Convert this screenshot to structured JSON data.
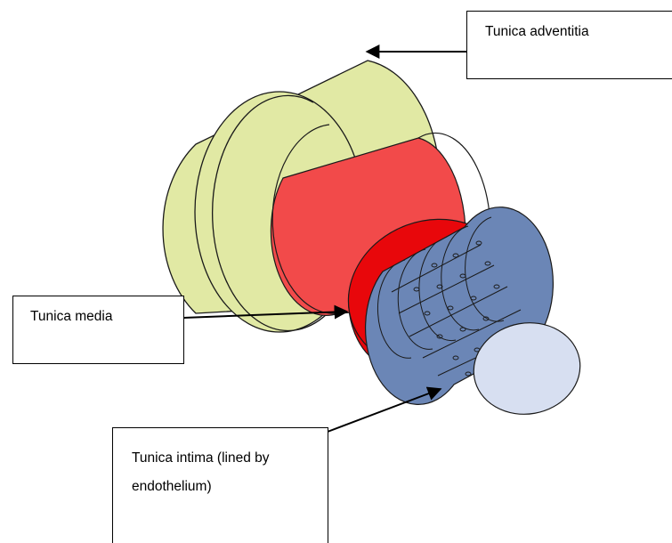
{
  "labels": {
    "adventitia": "Tunica adventitia",
    "media": "Tunica media",
    "intima": "Tunica intima (lined by endothelium)"
  },
  "layers": [
    {
      "name": "tunica-adventitia",
      "color": "#e1e9a4"
    },
    {
      "name": "tunica-media",
      "color": "#f24a4a"
    },
    {
      "name": "tunica-media-inner-ring",
      "color": "#e8070b"
    },
    {
      "name": "tunica-intima",
      "color": "#6b86b6"
    },
    {
      "name": "lumen",
      "color": "#d7dff1"
    }
  ],
  "colors": {
    "outline": "#1a1a1a",
    "arrow": "#000000"
  }
}
